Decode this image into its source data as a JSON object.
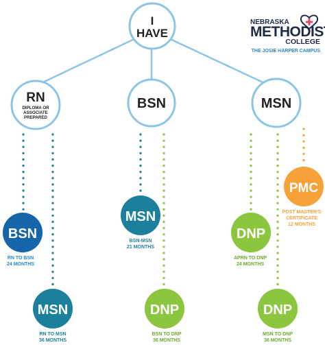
{
  "colors": {
    "line_blue": "#8cc4e6",
    "teal_dots": "#2a8fb0",
    "green": "#8cc63f",
    "dark_blue": "#1565a8",
    "teal": "#1c7f9b",
    "orange": "#f7a239",
    "text_dark": "#222222",
    "text_blue": "#2a86c7"
  },
  "root": {
    "line1": "I",
    "line2": "HAVE"
  },
  "level1": [
    {
      "title": "RN",
      "sub1": "DIPLOMA OR",
      "sub2": "ASSOCIATE",
      "sub3": "PREPARED"
    },
    {
      "title": "BSN"
    },
    {
      "title": "MSN"
    }
  ],
  "outcomes": [
    {
      "title": "BSN",
      "caption1": "RN TO BSN",
      "caption2": "24 MONTHS"
    },
    {
      "title": "MSN",
      "caption1": "RN TO MSN",
      "caption2": "36 MONTHS"
    },
    {
      "title": "MSN",
      "caption1": "BSN-MSN",
      "caption2": "21 MONTHS"
    },
    {
      "title": "DNP",
      "caption1": "BSN TO DNP",
      "caption2": "36 MONTHS"
    },
    {
      "title": "DNP",
      "caption1": "APRN TO DNP",
      "caption2": "24 MONTHS"
    },
    {
      "title": "DNP",
      "caption1": "MSN TO DNP",
      "caption2": "36 MONTHS"
    },
    {
      "title": "PMC",
      "caption1": "POST MASTER'S",
      "caption2": "CERTIFICATE",
      "caption3": "12 MONTHS"
    }
  ],
  "logo": {
    "top": "NEBRASKA",
    "main": "METHODIST",
    "college": "COLLEGE",
    "campus": "THE JOSIE HARPER CAMPUS"
  }
}
